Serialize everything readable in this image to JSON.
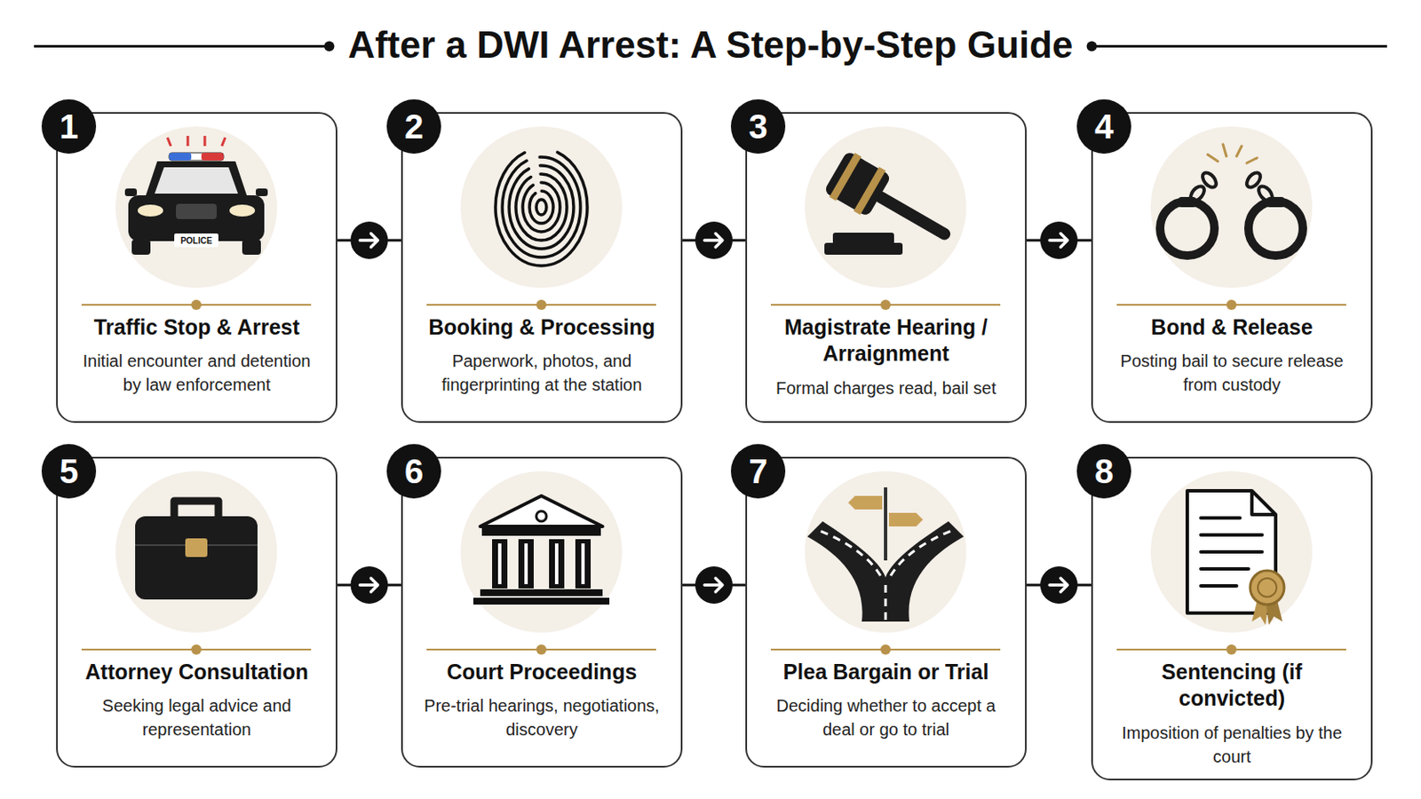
{
  "diagram": {
    "title": "After a DWI Arrest: A Step-by-Step Guide",
    "nodes": [
      {
        "text": [
          "Traffic Stop & Arrest",
          "Initial encounter and detention by law enforcement"
        ]
      },
      {
        "text": [
          "Booking & Processing",
          "Paperwork, photos, and fingerprinting at the station"
        ]
      },
      {
        "text": [
          "Magistrate Hearing / Arraignment",
          "Formal charges read, bail set"
        ]
      },
      {
        "text": [
          "Bond & Release",
          "Posting bail to secure release from custody"
        ]
      },
      {
        "text": [
          "Attorney Consultation",
          "Seeking legal advice and representation"
        ]
      },
      {
        "text": [
          "Court Proceedings",
          "Pre-trial hearings, negotiations, discovery"
        ]
      },
      {
        "text": [
          "Plea Bargain or Trial",
          "Deciding whether to accept a deal or go to trial"
        ]
      },
      {
        "text": [
          "Sentencing (if convicted)",
          "Imposition of penalties by the court"
        ]
      }
    ],
    "edges": [
      {
        "from": 0,
        "to": 1,
        "arrow": "to"
      },
      {
        "from": 1,
        "to": 2,
        "arrow": "to"
      },
      {
        "from": 2,
        "to": 3,
        "arrow": "to"
      },
      {
        "from": 4,
        "to": 5,
        "arrow": "to"
      },
      {
        "from": 5,
        "to": 6,
        "arrow": "to"
      },
      {
        "from": 6,
        "to": 7,
        "arrow": "to"
      }
    ],
    "labels": [
      "1",
      "2",
      "3",
      "4",
      "5",
      "6",
      "7",
      "8",
      "POLICE"
    ]
  }
}
